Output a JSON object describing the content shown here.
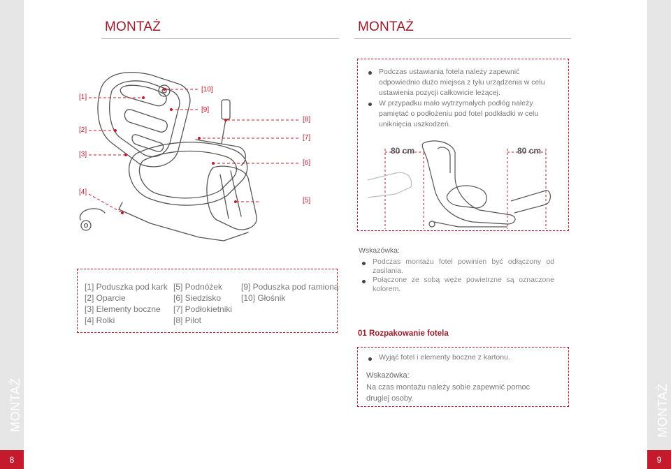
{
  "header": {
    "left_title": "MONTAŻ",
    "right_title": "MONTAŻ"
  },
  "side": {
    "left_label": "MONTAŻ",
    "right_label": "MONTAŻ",
    "left_page": "8",
    "right_page": "9"
  },
  "callouts": [
    "[1]",
    "[2]",
    "[3]",
    "[4]",
    "[5]",
    "[6]",
    "[7]",
    "[8]",
    "[9]",
    "[10]"
  ],
  "legend": {
    "col1": [
      "[1] Poduszka pod kark",
      "[2] Oparcie",
      "[3] Elementy boczne",
      "[4] Rolki"
    ],
    "col2": [
      "[5] Podnóżek",
      "[6] Siedzisko",
      "[7] Podłokietniki",
      "[8] Pilot"
    ],
    "col3": [
      "[9] Poduszka pod ramiona",
      "[10] Głośnik"
    ]
  },
  "placement_notes": [
    "Podczas ustawiania fotela należy zapewnić odpowiednio dużo miejsca z tyłu urządzenia w celu ustawienia pozycji całkowicie leżącej.",
    "W przypadku mało wytrzymałych podłóg należy pamiętać o podłożeniu pod fotel podkładki w celu uniknięcia uszkodzeń."
  ],
  "clearance": {
    "left_label": "80 cm",
    "right_label": "80 cm"
  },
  "tips": {
    "title": "Wskazówka:",
    "items": [
      "Podczas montażu fotel powinien być odłączony od zasilania.",
      "Połączone ze sobą węże powietrzne są oznaczone kolorem."
    ]
  },
  "section": {
    "title": "01 Rozpakowanie fotela",
    "bullet": "Wyjąć fotel i elementy boczne z kartonu.",
    "note_title": "Wskazówka:",
    "note_text": "Na czas montażu należy sobie zapewnić pomoc drugiej osoby."
  },
  "colors": {
    "accent": "#c41a2c",
    "header": "#9a1b2a",
    "side_strip": "#e6e6e6"
  }
}
